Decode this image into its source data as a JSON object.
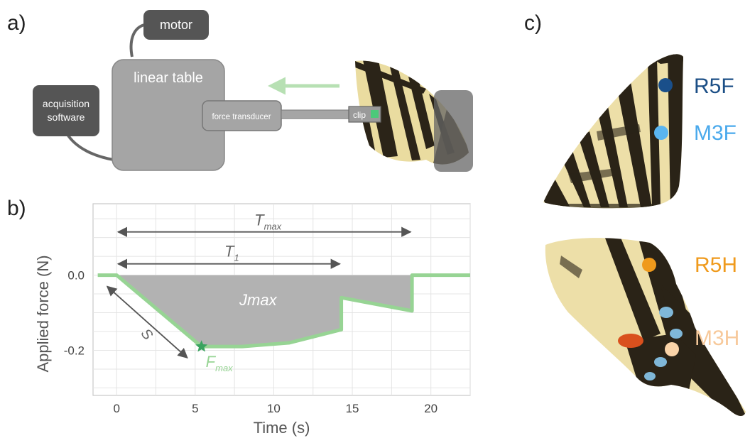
{
  "panels": {
    "a": {
      "label": "a)",
      "motor": "motor",
      "linear_table": "linear table",
      "acquisition_line1": "acquisition",
      "acquisition_line2": "software",
      "force_transducer": "force transducer",
      "clip": "clip"
    },
    "b": {
      "label": "b)"
    },
    "c": {
      "label": "c)"
    }
  },
  "chart_data": {
    "type": "line",
    "xlabel": "Time (s)",
    "ylabel": "Applied force (N)",
    "xlim": [
      -1.5,
      22.5
    ],
    "ylim": [
      -0.32,
      0.19
    ],
    "x_ticks": [
      0,
      5,
      10,
      15,
      20
    ],
    "y_ticks": [
      0.0,
      -0.2
    ],
    "y_tick_labels": [
      "0.0",
      "-0.2"
    ],
    "grid": true,
    "series": [
      {
        "x": [
          -1.2,
          0,
          5.4,
          8,
          11,
          14.3,
          14.3,
          18.8,
          18.8,
          22.5
        ],
        "y": [
          0,
          0,
          -0.19,
          -0.19,
          -0.18,
          -0.145,
          -0.06,
          -0.095,
          0,
          0
        ],
        "color": "#97d494"
      }
    ],
    "shaded_area_label": "Jmax",
    "annotations": {
      "tmax": {
        "base": "T",
        "sub": "max",
        "from": 0,
        "to": 18.8,
        "y": 0.115
      },
      "t1": {
        "base": "T",
        "sub": "1",
        "from": 0,
        "to": 14.3,
        "y": 0.03
      },
      "s": {
        "label": "S"
      },
      "fmax": {
        "base": "F",
        "sub": "max",
        "x": 5.4,
        "y": -0.19
      }
    }
  },
  "spots": [
    {
      "label": "R5F",
      "color": "#1a4f8a",
      "label_color": "#1c4f86"
    },
    {
      "label": "M3F",
      "color": "#5ab5f0",
      "label_color": "#4aa9ec"
    },
    {
      "label": "R5H",
      "color": "#ef9a1c",
      "label_color": "#ef9a1c"
    },
    {
      "label": "M3H",
      "color": "#f9d3a8",
      "label_color": "#f7c99b"
    }
  ]
}
